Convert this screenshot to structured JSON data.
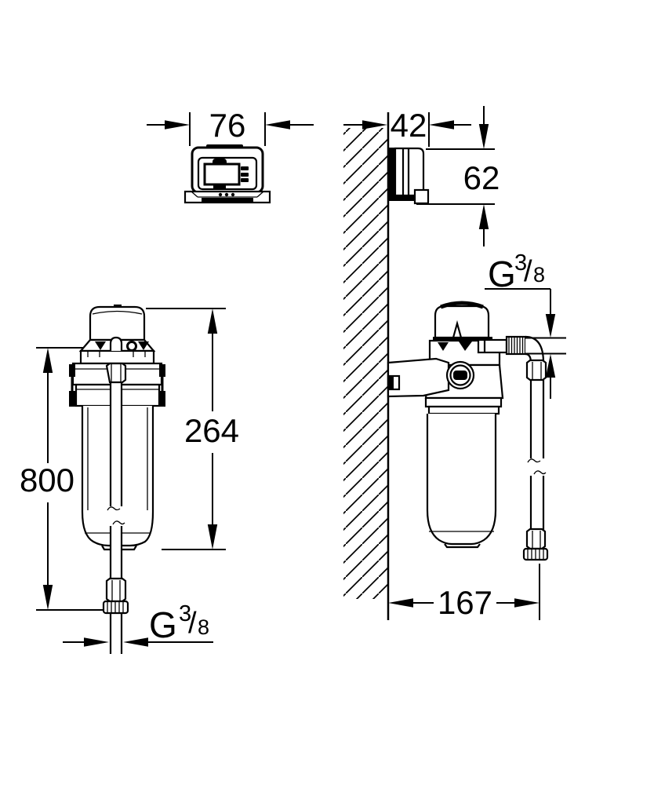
{
  "drawing": {
    "background": "#ffffff",
    "line_color": "#000000",
    "views": {
      "controller_front": {
        "width_dim": "76"
      },
      "controller_side": {
        "depth_dim": "42",
        "height_dim": "62"
      },
      "filter_front": {
        "cartridge_height_dim": "264",
        "hose_length_dim": "800",
        "thread": {
          "g": "G",
          "num": "3",
          "slash": "/",
          "den": "8"
        }
      },
      "filter_side": {
        "wall_offset_dim": "167",
        "thread": {
          "g": "G",
          "num": "3",
          "slash": "/",
          "den": "8"
        }
      }
    }
  }
}
